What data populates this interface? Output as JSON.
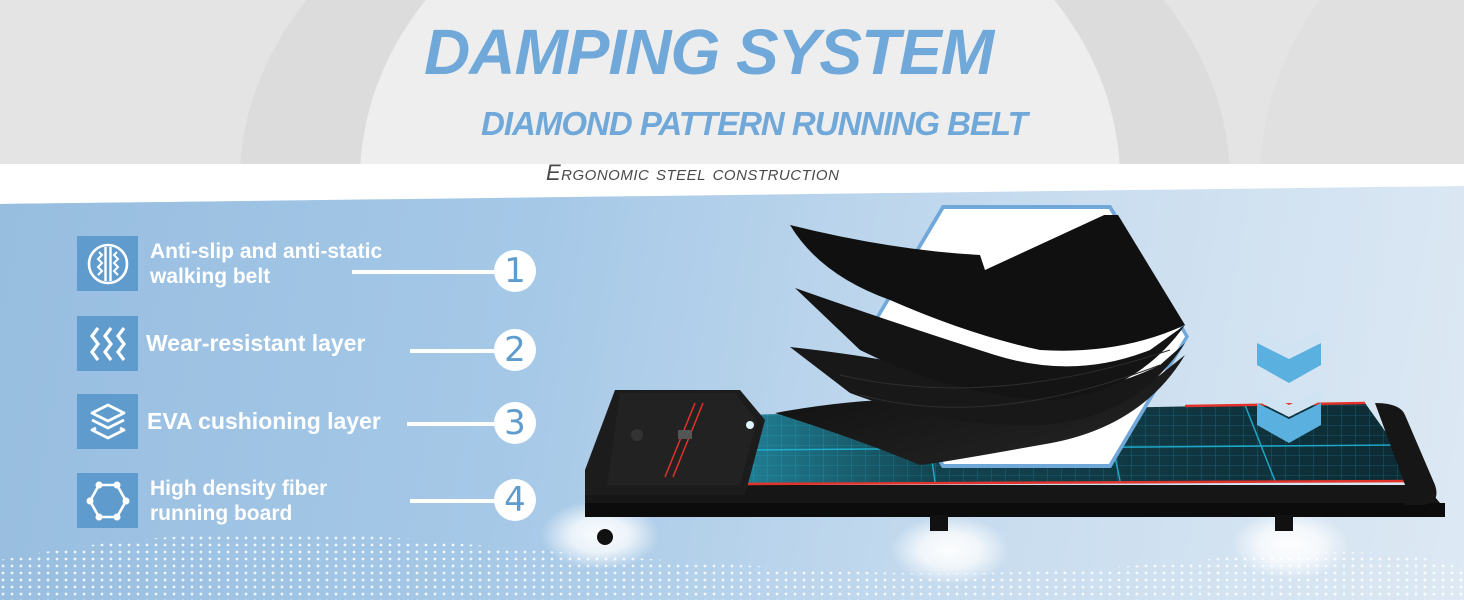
{
  "header": {
    "title": "DAMPING SYSTEM",
    "subtitle": "DIAMOND PATTERN RUNNING BELT",
    "tagline": "Ergonomic steel construction"
  },
  "features": [
    {
      "number": "1",
      "label_line1": "Anti-slip and anti-static",
      "label_line2": "walking belt",
      "icon": "anti-slip-belt-icon"
    },
    {
      "number": "2",
      "label_line1": "Wear-resistant layer",
      "label_line2": "",
      "icon": "wave-lines-icon"
    },
    {
      "number": "3",
      "label_line1": "EVA cushioning layer",
      "label_line2": "",
      "icon": "layers-icon"
    },
    {
      "number": "4",
      "label_line1": "High density fiber",
      "label_line2": "running board",
      "icon": "hexagon-network-icon"
    }
  ],
  "colors": {
    "accent_blue": "#6fa8d9",
    "icon_box_blue": "#5f9bcd",
    "background_blue": "#a3c6e6",
    "belt_grid_cyan": "#1fb4d6",
    "trim_red": "#e2332b",
    "layer_black": "#1a1a1a"
  }
}
